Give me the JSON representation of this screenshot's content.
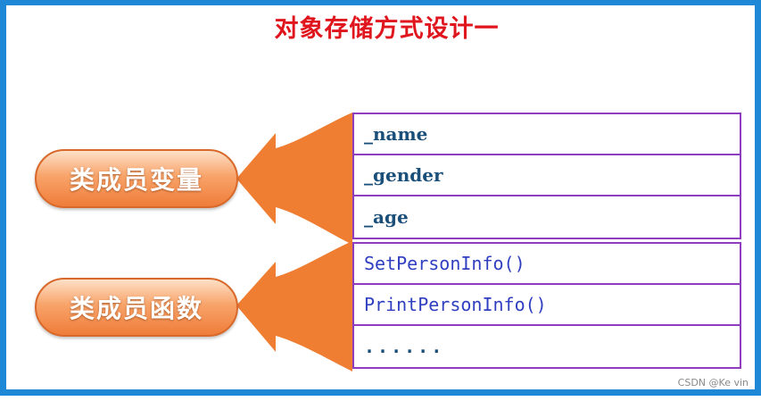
{
  "title": "对象存储方式设计一",
  "groups": [
    {
      "label": "类成员变量",
      "members": [
        "_name",
        "_gender",
        "_age"
      ]
    },
    {
      "label": "类成员函数",
      "members": [
        "SetPersonInfo()",
        "PrintPersonInfo()",
        "......"
      ]
    }
  ],
  "watermark": "CSDN @Ke vin",
  "colors": {
    "frame": "#1e88d6",
    "title": "#e0161e",
    "arrow": "#ef7d32",
    "table_border": "#8e3dbf",
    "variable_text": "#1a4f7a",
    "function_text": "#2f3fc0"
  }
}
